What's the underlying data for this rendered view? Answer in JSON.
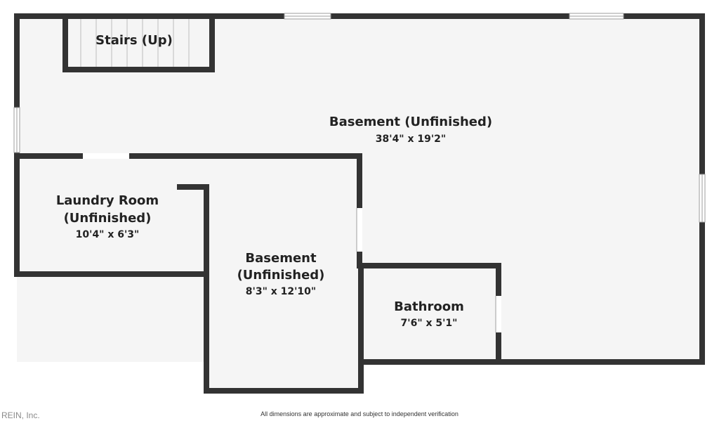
{
  "rooms": {
    "main": {
      "name": "Basement (Unfinished)",
      "dims": "38'4\" x 19'2\""
    },
    "stairs": {
      "name": "Stairs (Up)"
    },
    "laundry": {
      "name_line1": "Laundry Room",
      "name_line2": "(Unfinished)",
      "dims": "10'4\" x 6'3\""
    },
    "basement_small": {
      "name_line1": "Basement",
      "name_line2": "(Unfinished)",
      "dims": "8'3\" x 12'10\""
    },
    "bathroom": {
      "name": "Bathroom",
      "dims": "7'6\" x 5'1\""
    }
  },
  "footer": {
    "copyright": "REIN, Inc.",
    "disclaimer": "All dimensions are approximate and subject to independent verification"
  },
  "colors": {
    "wall": "#333333",
    "floor": "#f5f5f5",
    "window": "#ffffff"
  }
}
